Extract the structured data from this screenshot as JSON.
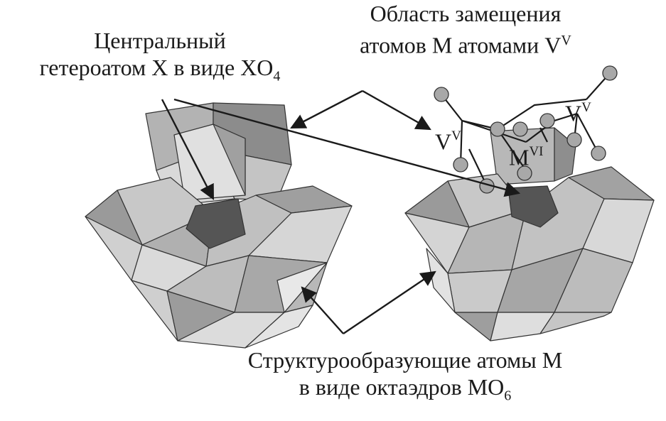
{
  "labels": {
    "center_line1": "Центральный",
    "center_line2_base": "гетероатом X в виде XO",
    "center_line2_sub": "4",
    "subst_line1": "Область замещения",
    "subst_line2_base": "атомов M атомами V",
    "subst_line2_sup": "V",
    "struct_line1": "Структурообразующие атомы M",
    "struct_line2_base": "в виде октаэдров MO",
    "struct_line2_sub": "6"
  },
  "atom_labels": {
    "v_left_base": "V",
    "v_left_sup": "V",
    "v_right_base": "V",
    "v_right_sup": "V",
    "m_base": "M",
    "m_sup": "VI"
  },
  "colors": {
    "face_light": "#d9d9d9",
    "face_mid": "#b3b3b3",
    "face_dark": "#8c8c8c",
    "heteroatom": "#555555",
    "edge": "#333333",
    "arrow": "#1a1a1a"
  }
}
